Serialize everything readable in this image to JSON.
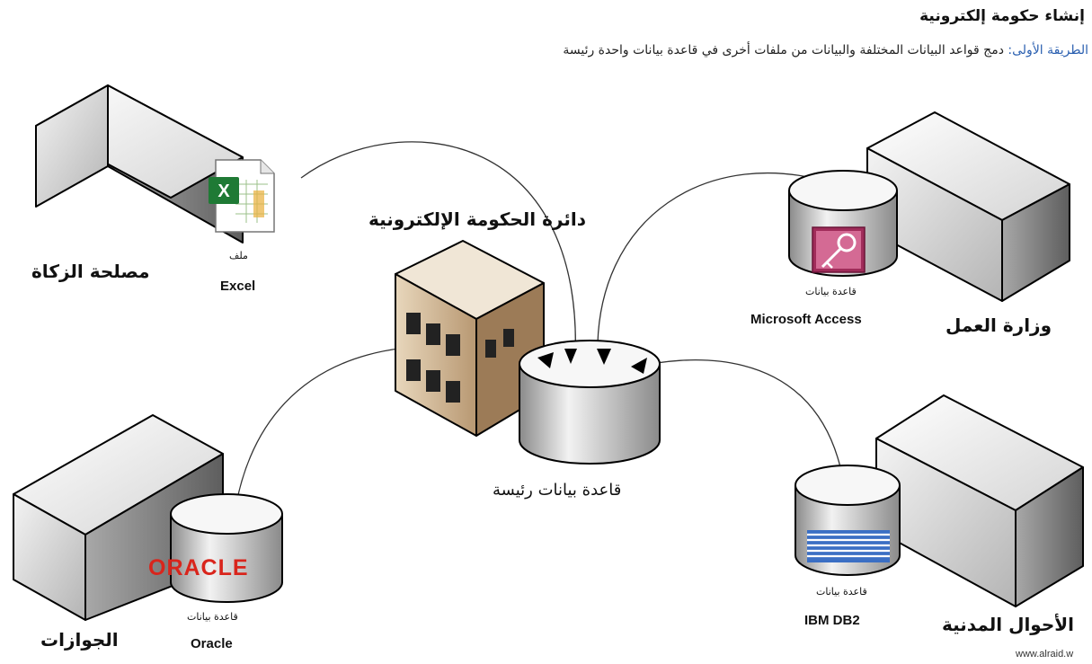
{
  "header": {
    "title": "إنشاء حكومة إلكترونية",
    "subtitle_highlight": "الطريقة الأولى:",
    "subtitle_rest": "دمج قواعد البيانات المختلفة والبيانات من ملفات أخرى في قاعدة بيانات واحدة رئيسة"
  },
  "center": {
    "title": "دائرة الحكومة الإلكترونية",
    "db_caption": "قاعدة بيانات رئيسة"
  },
  "nodes": {
    "zakat": {
      "agency": "مصلحة الزكاة",
      "caption": "ملف",
      "system": "Excel",
      "icon": "excel-icon"
    },
    "labor": {
      "agency": "وزارة العمل",
      "caption": "قاعدة بيانات",
      "system": "Microsoft Access",
      "icon": "access-key-icon"
    },
    "passports": {
      "agency": "الجوازات",
      "caption": "قاعدة بيانات",
      "system": "Oracle",
      "logo": "ORACLE"
    },
    "civil": {
      "agency": "الأحوال المدنية",
      "caption": "قاعدة بيانات",
      "system": "IBM DB2",
      "logo": "IBM"
    }
  },
  "footer": {
    "url": "www.alraid.w"
  },
  "colors": {
    "excel_green": "#1f7a35",
    "oracle_red": "#d9251c",
    "ibm_blue": "#3b6fc4",
    "access_maroon": "#a02c5a"
  }
}
